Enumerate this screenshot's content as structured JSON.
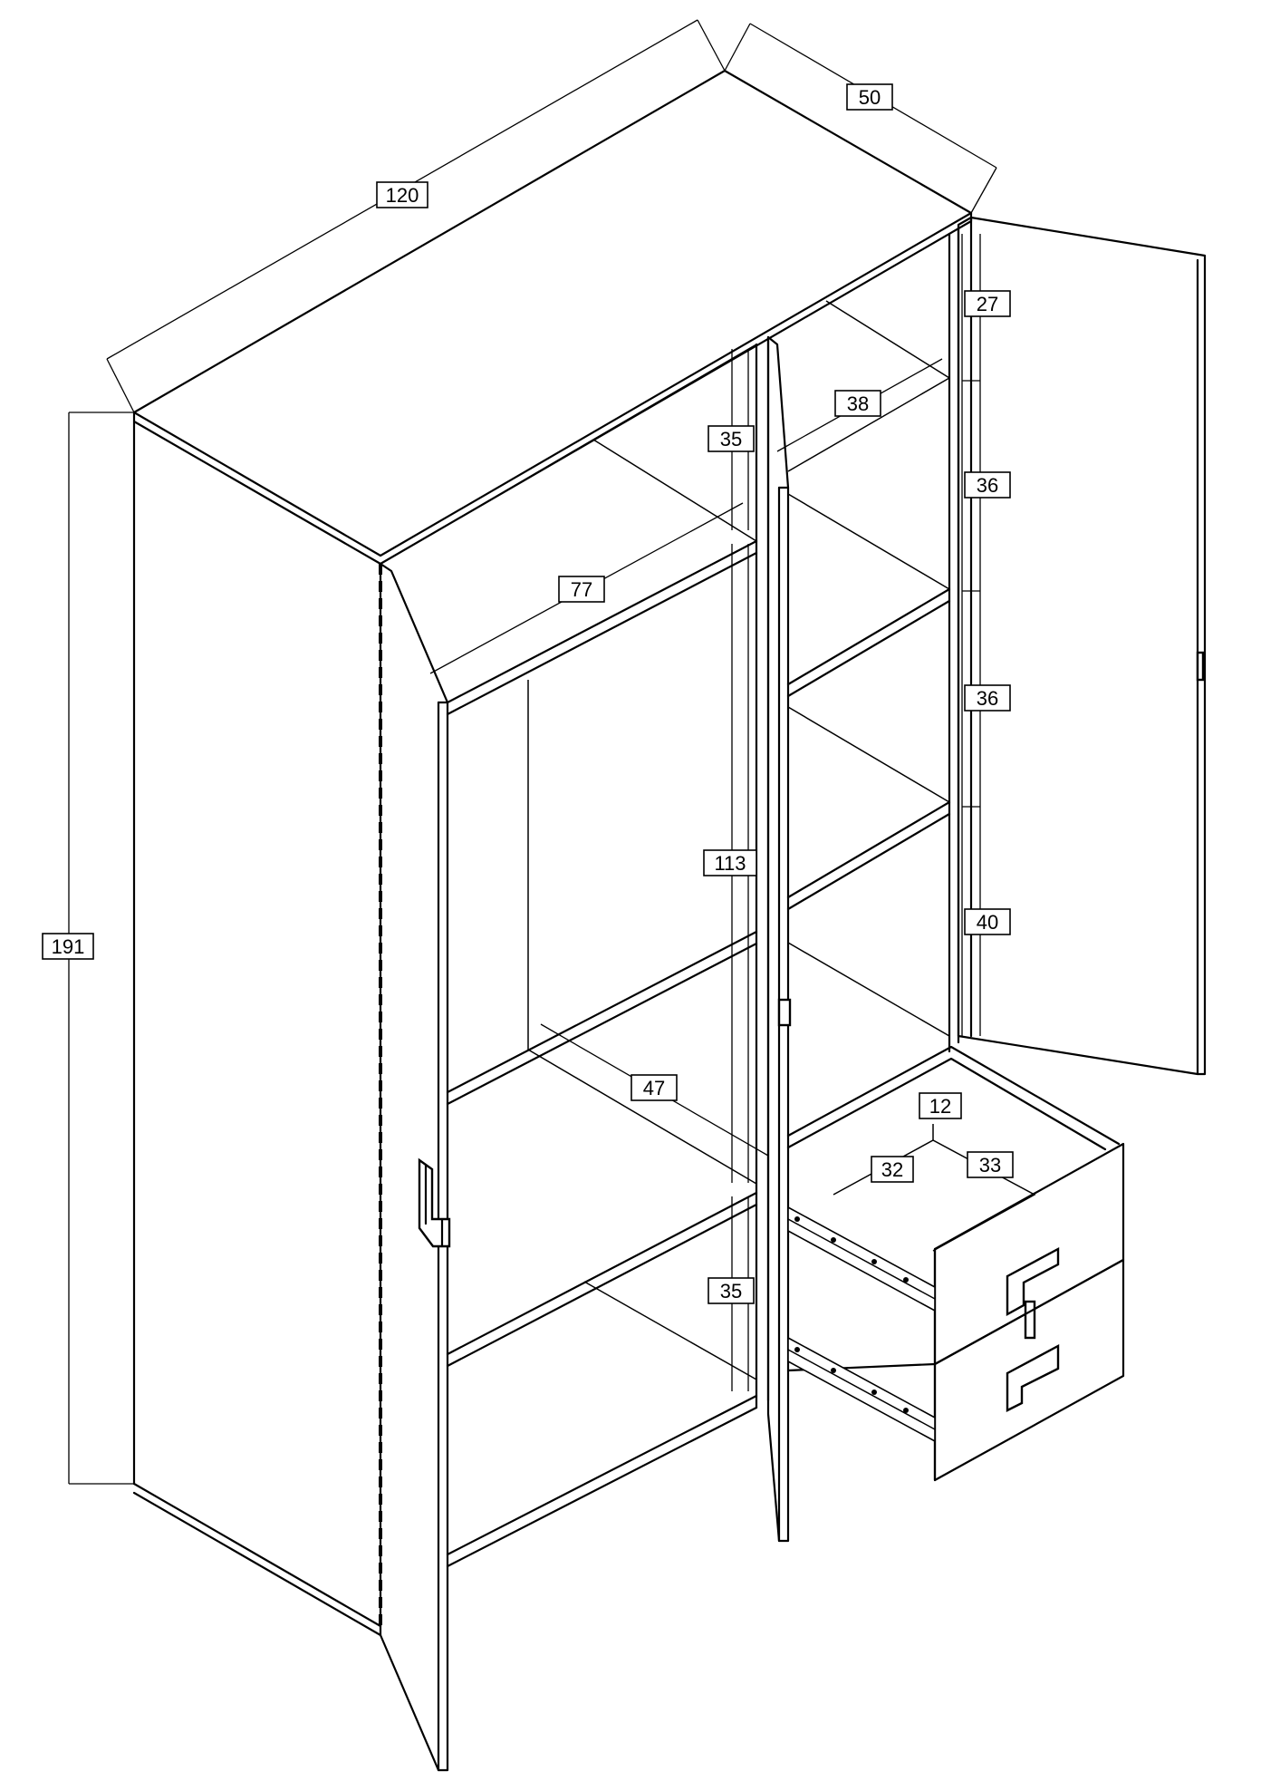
{
  "dimensions": {
    "total_width": "120",
    "depth": "50",
    "height": "191",
    "left_hanging_width": "77",
    "left_top_shelf_gap": "35",
    "left_hanging_height": "113",
    "left_lower_shelf_gap": "35",
    "left_lower_shelf_depth": "47",
    "right_shelf_depth": "38",
    "right_gap_1": "27",
    "right_gap_2": "36",
    "right_gap_3": "36",
    "right_gap_4": "40",
    "drawer_height": "12",
    "drawer_width": "32",
    "drawer_depth": "33"
  }
}
